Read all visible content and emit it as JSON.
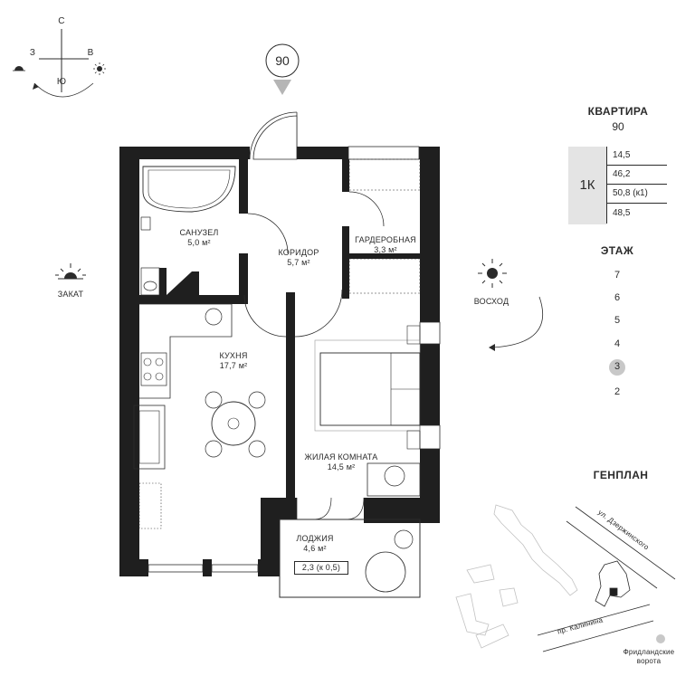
{
  "compass": {
    "north": "С",
    "south": "Ю",
    "west": "З",
    "east": "В"
  },
  "entrance_marker": {
    "number": "90"
  },
  "sunset_label": "ЗАКАТ",
  "sunrise_label": "ВОСХОД",
  "rooms": {
    "bathroom": {
      "name": "САНУЗЕЛ",
      "area": "5,0 м²"
    },
    "corridor": {
      "name": "КОРИДОР",
      "area": "5,7 м²"
    },
    "wardrobe": {
      "name": "ГАРДЕРОБНАЯ",
      "area": "3,3 м²"
    },
    "kitchen": {
      "name": "КУХНЯ",
      "area": "17,7 м²"
    },
    "living": {
      "name": "ЖИЛАЯ КОМНАТА",
      "area": "14,5 м²"
    },
    "loggia": {
      "name": "ЛОДЖИЯ",
      "area": "4,6 м²",
      "reduced_area": "2,3 (к 0,5)"
    }
  },
  "apartment": {
    "title": "КВАРТИРА",
    "number": "90",
    "type": "1К",
    "areas": [
      "14,5",
      "46,2",
      "50,8 (к1)",
      "48,5"
    ]
  },
  "floors": {
    "title": "ЭТАЖ",
    "items": [
      "7",
      "6",
      "5",
      "4",
      "3",
      "2"
    ],
    "selected": "3"
  },
  "genplan": {
    "title": "ГЕНПЛАН",
    "street1": "ул. Дзержинского",
    "street2": "пр. Калинина",
    "landmark": "Фридландские ворота"
  },
  "colors": {
    "wall": "#1f1f1f",
    "selected_floor": "#c8c8c8",
    "type_cell": "#e4e4e4",
    "accent_grey": "#b5b5b5"
  }
}
